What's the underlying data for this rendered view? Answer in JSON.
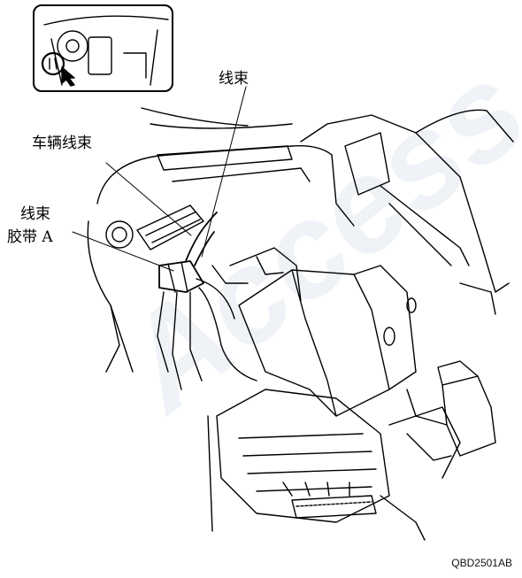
{
  "labels": {
    "harness_top": "线束",
    "vehicle_harness": "车辆线束",
    "harness_band_line1": "线束",
    "harness_band_line2": "胶带 A"
  },
  "figure_code": "QBD2501AB",
  "watermark_text": "Access",
  "colors": {
    "line": "#000000",
    "background": "#ffffff",
    "watermark": "#cfd7e6"
  }
}
